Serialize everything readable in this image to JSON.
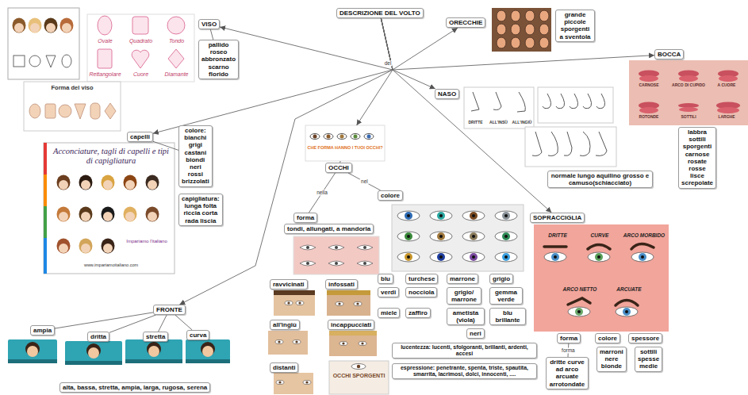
{
  "diagram": {
    "nodes": [
      {
        "text": [
          "DESCRIZIONE DEL VOLTO"
        ]
      },
      {
        "text": [
          "VISO"
        ]
      },
      {
        "text": [
          "pallido roseo abbronzato scarno florido"
        ]
      },
      {
        "text": [
          "Ovale",
          "Quadrato",
          "Tondo",
          "Rettangolare",
          "Cuore",
          "Diamante"
        ]
      },
      {
        "text": [
          "Forma del viso"
        ]
      },
      {
        "text": [
          "capelli"
        ]
      },
      {
        "text": [
          "colore: bianchi grigi castani biondi neri rossi brizzolati"
        ]
      },
      {
        "text": [
          "capigliatura: lunga folta riccia corta rada liscia"
        ]
      },
      {
        "text": [
          "Acconciature, tagli di capelli e tipi di capigliatura",
          "Impariamo l'italiano",
          "www.impariamoitaliano.com"
        ]
      },
      {
        "text": [
          "ORECCHIE"
        ]
      },
      {
        "text": [
          "grande piccole sporgenti a sventola"
        ]
      },
      {
        "text": [
          "BOCCA"
        ]
      },
      {
        "text": [
          "CARNOSE",
          "ARCO DI CUPIDO",
          "A CUORE",
          "ROTONDE",
          "SOTTILI",
          "LARGHE"
        ]
      },
      {
        "text": [
          "labbra sottili sporgenti carnose rosate rosse lisce screpolate"
        ]
      },
      {
        "text": [
          "NASO"
        ]
      },
      {
        "text": [
          "DRITTE",
          "ALL'INSÙ",
          "ALL'INGIÙ"
        ]
      },
      {
        "text": [
          "normale lungo aquilino grosso e camuso(schiacciato)"
        ]
      },
      {
        "text": [
          "SOPRACCIGLIA"
        ]
      },
      {
        "text": [
          "DRITTE",
          "CURVE",
          "ARCO MORBIDO",
          "ARCO NETTO",
          "ARCUATE"
        ]
      },
      {
        "text": [
          "forma"
        ]
      },
      {
        "text": [
          "dritte curve ad arco arcuate arrotondate"
        ]
      },
      {
        "text": [
          "colore"
        ]
      },
      {
        "text": [
          "marroni nere bionde"
        ]
      },
      {
        "text": [
          "spessore"
        ]
      },
      {
        "text": [
          "sottili spesse medie"
        ]
      },
      {
        "text": [
          "CHE FORMA HANNO I TUOI OCCHI?"
        ]
      },
      {
        "text": [
          "OCCHI"
        ]
      },
      {
        "text": [
          "forma"
        ]
      },
      {
        "text": [
          "tondi, allungati, a mandorla"
        ]
      },
      {
        "text": [
          "colore"
        ]
      },
      {
        "text": [
          "ravvicinati"
        ]
      },
      {
        "text": [
          "infossati"
        ]
      },
      {
        "text": [
          "all'ingiù"
        ]
      },
      {
        "text": [
          "incappucciati"
        ]
      },
      {
        "text": [
          "distanti"
        ]
      },
      {
        "text": [
          "OCCHI SPORGENTI"
        ]
      },
      {
        "text": [
          "blu"
        ]
      },
      {
        "text": [
          "turchese"
        ]
      },
      {
        "text": [
          "marrone"
        ]
      },
      {
        "text": [
          "grigio"
        ]
      },
      {
        "text": [
          "verdi"
        ]
      },
      {
        "text": [
          "nocciola"
        ]
      },
      {
        "text": [
          "grigio/ marrone"
        ]
      },
      {
        "text": [
          "gemma verde"
        ]
      },
      {
        "text": [
          "miele"
        ]
      },
      {
        "text": [
          "zaffiro"
        ]
      },
      {
        "text": [
          "ametista (viola)"
        ]
      },
      {
        "text": [
          "blu brillante"
        ]
      },
      {
        "text": [
          "neri"
        ]
      },
      {
        "text": [
          "lucentezza: lucenti, sfolgoranti, brillanti, ardenti, accesi"
        ]
      },
      {
        "text": [
          "espressione: penetrante, spenta, triste, spautita, smarrita, lacrimosi, dolci, innocenti, ...."
        ]
      },
      {
        "text": [
          "FRONTE"
        ]
      },
      {
        "text": [
          "ampia"
        ]
      },
      {
        "text": [
          "dritta"
        ]
      },
      {
        "text": [
          "stretta"
        ]
      },
      {
        "text": [
          "curva"
        ]
      },
      {
        "text": [
          "alta, bassa, stretta, ampia, larga, rugosa, serena"
        ]
      }
    ],
    "edges": [
      {
        "from": 0,
        "to": 1,
        "arrow": "to"
      },
      {
        "from": 0,
        "to": 9,
        "arrow": "to"
      },
      {
        "from": 0,
        "to": 11,
        "arrow": "to"
      },
      {
        "from": 0,
        "to": 14,
        "arrow": "to"
      },
      {
        "from": 0,
        "to": 17,
        "arrow": "to"
      },
      {
        "from": 0,
        "to": 25,
        "arrow": "to"
      },
      {
        "from": 0,
        "to": 5,
        "arrow": "to"
      },
      {
        "from": 0,
        "to": 51,
        "arrow": "to"
      },
      {
        "from": 1,
        "to": 2,
        "arrow": "none"
      },
      {
        "from": 5,
        "to": 6,
        "arrow": "none"
      },
      {
        "from": 25,
        "to": 26,
        "arrow": "none"
      },
      {
        "from": 26,
        "to": 27,
        "label": "nella",
        "arrow": "none"
      },
      {
        "from": 26,
        "to": 29,
        "label": "nel",
        "arrow": "none"
      },
      {
        "from": 19,
        "to": 20,
        "label": "forma",
        "arrow": "none"
      },
      {
        "from": 51,
        "to": 52,
        "arrow": "none"
      },
      {
        "from": 51,
        "to": 53,
        "arrow": "none"
      },
      {
        "from": 51,
        "to": 54,
        "arrow": "none"
      },
      {
        "from": 51,
        "to": 55,
        "arrow": "none"
      }
    ],
    "labels": [
      "del"
    ]
  }
}
